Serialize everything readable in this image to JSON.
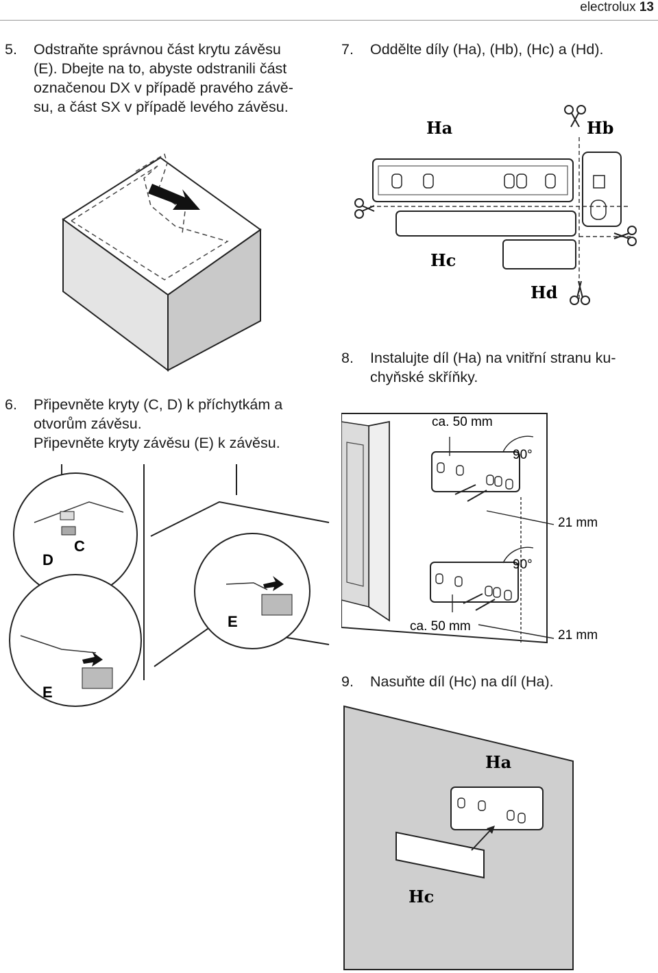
{
  "header": {
    "brand": "electrolux",
    "page_number": "13"
  },
  "step5": {
    "number": "5.",
    "lines": [
      "Odstraňte správnou část krytu závěsu",
      "(E). Dbejte na to, abyste odstranili část",
      "označenou DX v případě pravého závě-",
      "su, a část SX v případě levého závěsu."
    ]
  },
  "step6": {
    "number": "6.",
    "lines": [
      "Připevněte kryty (C, D) k příchytkám a",
      "otvorům závěsu.",
      "Připevněte kryty závěsu (E) k závěsu."
    ],
    "labels": {
      "c": "C",
      "d": "D",
      "e1": "E",
      "e2": "E"
    }
  },
  "step7": {
    "number": "7.",
    "text": "Oddělte díly (Ha), (Hb), (Hc) a (Hd).",
    "labels": {
      "ha": "Ha",
      "hb": "Hb",
      "hc": "Hc",
      "hd": "Hd"
    }
  },
  "step8": {
    "number": "8.",
    "lines": [
      "Instalujte díl (Ha) na vnitřní stranu ku-",
      "chyňské skříňky."
    ],
    "dims": {
      "top_gap": "ca. 50 mm",
      "bottom_gap": "ca. 50 mm",
      "angle_top": "90°",
      "angle_bottom": "90°",
      "offset_top": "21 mm",
      "offset_bottom": "21 mm"
    }
  },
  "step9": {
    "number": "9.",
    "text": "Nasuňte díl (Hc) na díl (Ha).",
    "labels": {
      "ha": "Ha",
      "hc": "Hc"
    }
  }
}
